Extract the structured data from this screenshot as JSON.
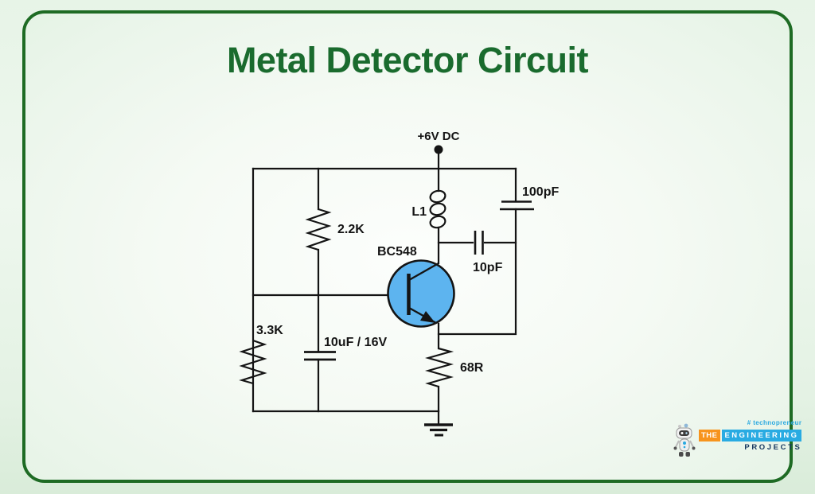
{
  "title": "Metal Detector Circuit",
  "circuit": {
    "supply": "+6V DC",
    "inductor": "L1",
    "transistor": "BC548",
    "r1": "2.2K",
    "r2": "3.3K",
    "r3": "68R",
    "c1": "100pF",
    "c2": "10pF",
    "c3": "10uF / 16V"
  },
  "logo": {
    "tagline": "# technopreneur",
    "word1": "THE",
    "word2": "ENGINEERING",
    "word3": "PROJECTS"
  },
  "colors": {
    "frame_green": "#1e6b24",
    "title_green": "#1a6b2e",
    "wire_black": "#141414",
    "transistor_blue": "#5db4ef",
    "logo_orange": "#f7941d",
    "logo_blue": "#29abe2",
    "logo_navy": "#16375f"
  }
}
